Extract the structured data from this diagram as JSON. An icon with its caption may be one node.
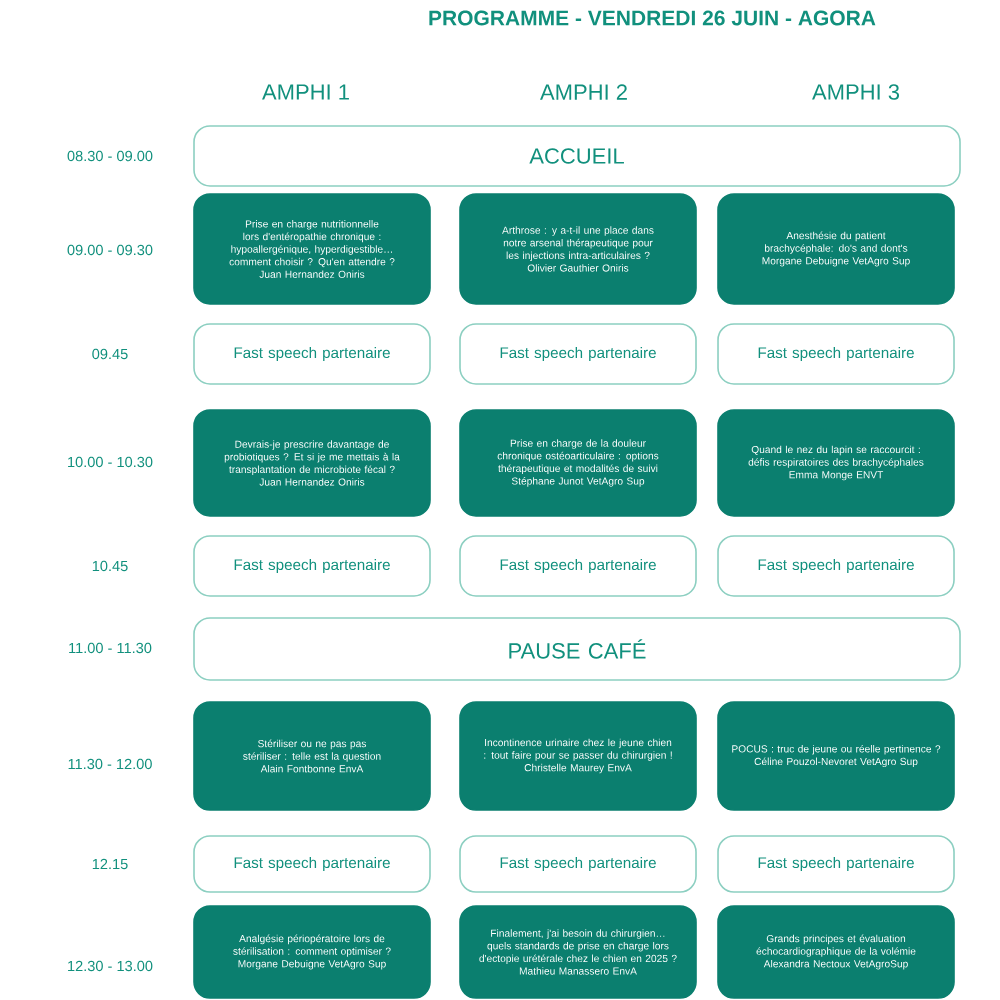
{
  "diagram": {
    "title": "PROGRAMME - VENDREDI 26 JUIN - AGORA",
    "nodes": [
      {
        "text": [
          "ACCUEIL"
        ]
      },
      {
        "text": [
          "Prise en charge nutritionnelle lors d'entéropathie chronique : hypoallergénique, hyperdigestible… comment choisir ? Qu'en attendre ?",
          "Juan Hernandez Oniris"
        ]
      },
      {
        "text": [
          "Arthrose : y a-t-il une place dans notre arsenal thérapeutique pour les injections intra-articulaires ?",
          "Olivier Gauthier Oniris"
        ]
      },
      {
        "text": [
          "Anesthésie du patient brachycéphale: do's and dont's",
          "Morgane Debuigne VetAgro Sup"
        ]
      },
      {
        "text": [
          "Fast speech partenaire"
        ]
      },
      {
        "text": [
          "Fast speech partenaire"
        ]
      },
      {
        "text": [
          "Fast speech partenaire"
        ]
      },
      {
        "text": [
          "Devrais-je prescrire davantage de probiotiques ? Et si je me mettais à la transplantation de microbiote fécal ?",
          "Juan Hernandez Oniris"
        ]
      },
      {
        "text": [
          "Prise en charge de la douleur chronique ostéoarticulaire : options thérapeutique et modalités de suivi",
          "Stéphane Junot VetAgro Sup"
        ]
      },
      {
        "text": [
          "Quand le nez du lapin se raccourcit : défis respiratoires des brachycéphales",
          "Emma Monge ENVT"
        ]
      },
      {
        "text": [
          "Fast speech partenaire"
        ]
      },
      {
        "text": [
          "Fast speech partenaire"
        ]
      },
      {
        "text": [
          "Fast speech partenaire"
        ]
      },
      {
        "text": [
          "PAUSE CAFÉ"
        ]
      },
      {
        "text": [
          "Stériliser ou ne pas pas stériliser : telle est la question",
          "Alain Fontbonne EnvA"
        ]
      },
      {
        "text": [
          "Incontinence urinaire chez le jeune chien : tout faire pour se passer du chirurgien !",
          "Christelle Maurey EnvA"
        ]
      },
      {
        "text": [
          "POCUS : truc de jeune ou réelle pertinence ?",
          "Céline Pouzol-Nevoret VetAgro Sup"
        ]
      },
      {
        "text": [
          "Fast speech partenaire"
        ]
      },
      {
        "text": [
          "Fast speech partenaire"
        ]
      },
      {
        "text": [
          "Fast speech partenaire"
        ]
      },
      {
        "text": [
          "Analgésie périopératoire lors de stérilisation : comment optimiser ?",
          "Morgane Debuigne VetAgro Sup"
        ]
      },
      {
        "text": [
          "Finalement, j'ai besoin du chirurgien… quels standards de prise en charge lors d'ectopie urétérale chez le chien en 2025 ?",
          "Mathieu Manassero EnvA"
        ]
      },
      {
        "text": [
          "Grands principes et évaluation échocardiographique de la volémie",
          "Alexandra Nectoux VetAgroSup"
        ]
      }
    ],
    "labels": [
      "AMPHI 1",
      "AMPHI 2",
      "AMPHI 3",
      "08.30 - 09.00",
      "09.00 - 09.30",
      "09.45",
      "10.00 - 10.30",
      "10.45",
      "11.00 - 11.30",
      "11.30 - 12.00",
      "12.15",
      "12.30 - 13.00"
    ]
  }
}
